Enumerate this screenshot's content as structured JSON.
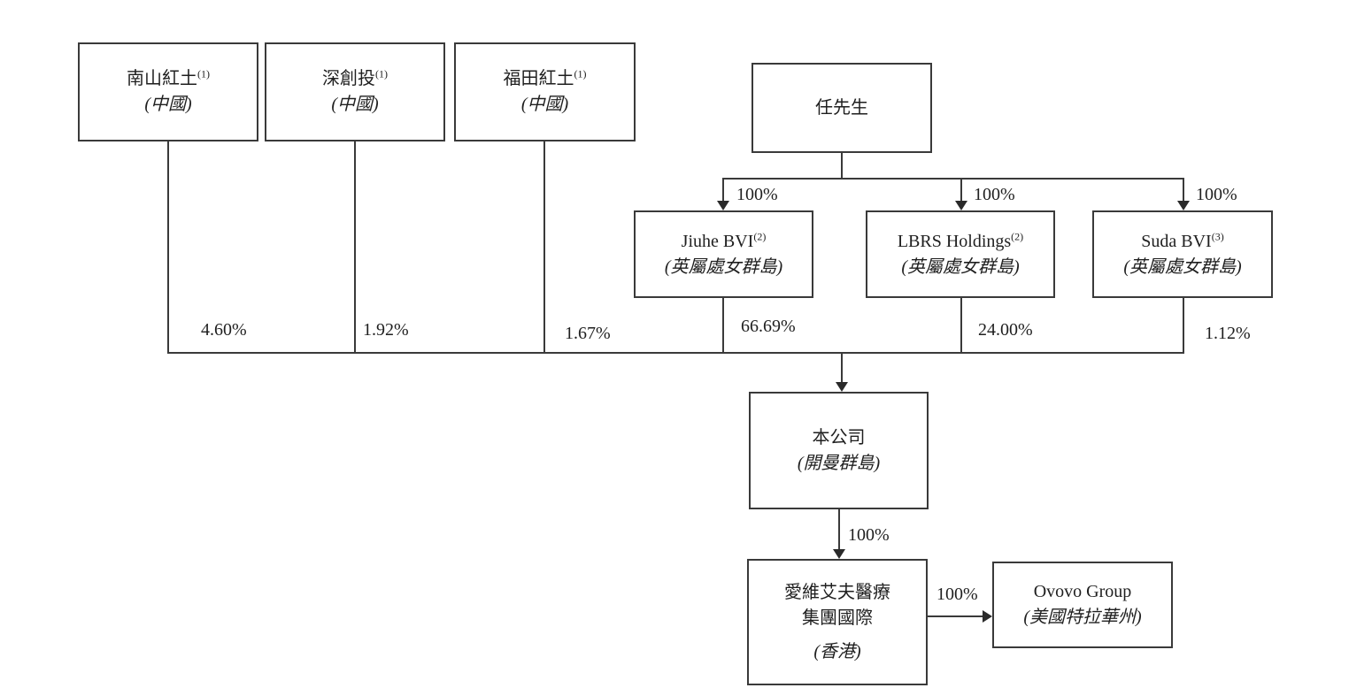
{
  "diagram": {
    "type": "shareholding-structure",
    "nodes": {
      "nanshan": {
        "name": "南山紅土",
        "footnote": "(1)",
        "location": "(中國)"
      },
      "scgc": {
        "name": "深創投",
        "footnote": "(1)",
        "location": "(中國)"
      },
      "futian": {
        "name": "福田紅土",
        "footnote": "(1)",
        "location": "(中國)"
      },
      "ren": {
        "name": "任先生"
      },
      "jiuhe": {
        "name": "Jiuhe BVI",
        "footnote": "(2)",
        "location": "(英屬處女群島)"
      },
      "lbrs": {
        "name": "LBRS Holdings",
        "footnote": "(2)",
        "location": "(英屬處女群島)"
      },
      "suda": {
        "name": "Suda BVI",
        "footnote": "(3)",
        "location": "(英屬處女群島)"
      },
      "company": {
        "name": "本公司",
        "location": "(開曼群島)"
      },
      "hk": {
        "name_line1": "愛維艾夫醫療",
        "name_line2": "集團國際",
        "location": "(香港)"
      },
      "ovovo": {
        "name": "Ovovo Group",
        "location": "(美國特拉華州)"
      }
    },
    "edges": {
      "ren_jiuhe": "100%",
      "ren_lbrs": "100%",
      "ren_suda": "100%",
      "nanshan_company": "4.60%",
      "scgc_company": "1.92%",
      "futian_company": "1.67%",
      "jiuhe_company": "66.69%",
      "lbrs_company": "24.00%",
      "suda_company": "1.12%",
      "company_hk": "100%",
      "hk_ovovo": "100%"
    },
    "colors": {
      "line": "#3a3a3a",
      "text": "#1f1f1f",
      "background": "#ffffff"
    }
  }
}
